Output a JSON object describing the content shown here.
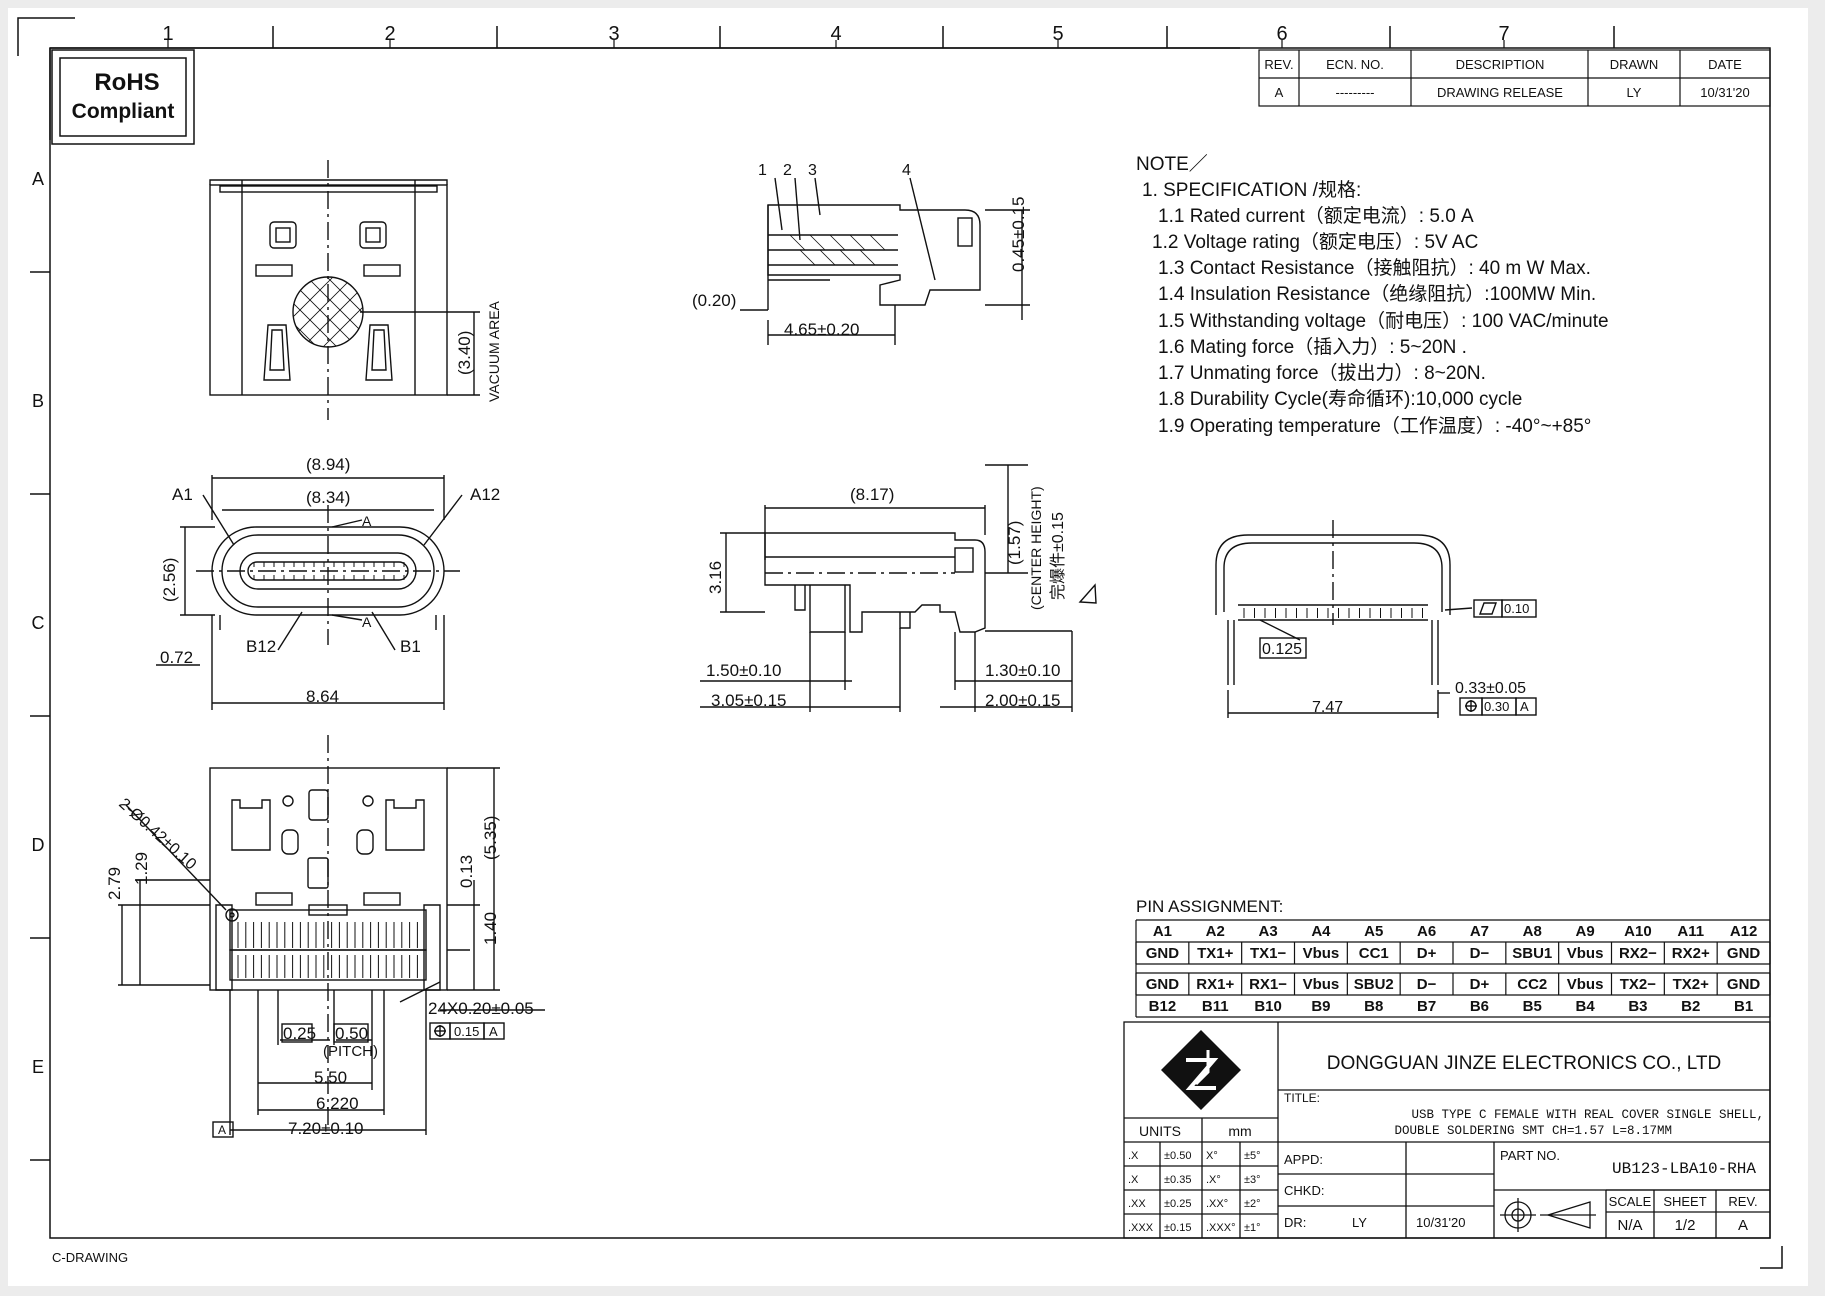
{
  "border": {
    "col_numbers": [
      "1",
      "2",
      "3",
      "4",
      "5",
      "6",
      "7"
    ],
    "row_letters": [
      "A",
      "B",
      "C",
      "D",
      "E"
    ],
    "corner_label": "C-DRAWING"
  },
  "rohs": {
    "line1": "RoHS",
    "line2": "Compliant"
  },
  "revision": {
    "headers": [
      "REV.",
      "ECN. NO.",
      "DESCRIPTION",
      "DRAWN",
      "DATE"
    ],
    "row": [
      "A",
      "---------",
      "DRAWING RELEASE",
      "LY",
      "10/31'20"
    ]
  },
  "top_view": {
    "dim_vertical": "(3.40)",
    "vacuum_label": "VACUUM AREA"
  },
  "side_section": {
    "callouts": [
      "1",
      "2",
      "3",
      "4"
    ],
    "dim_height": "0.45±0.15",
    "dim_left": "(0.20)",
    "dim_bottom": "4.65±0.20"
  },
  "front_view": {
    "dim_outer": "(8.94)",
    "dim_inner": "(8.34)",
    "label_a1": "A1",
    "label_a12": "A12",
    "label_a_top": "A",
    "label_a_bottom": "A",
    "label_b12": "B12",
    "label_b1": "B1",
    "dim_height": "(2.56)",
    "dim_foot": "0.72",
    "dim_width": "8.64"
  },
  "side_view": {
    "dim_length": "(8.17)",
    "dim_center_height": "(1.57)",
    "center_height_label": "(CENTER HEIGHT)",
    "dim_height_total": "3.16",
    "dim_side": "完爆件±0.15",
    "dim_a": "1.50±0.10",
    "dim_b": "3.05±0.15",
    "dim_c": "1.30±0.10",
    "dim_d": "2.00±0.15"
  },
  "rear_view": {
    "flatness": "0.10",
    "dim_pin": "0.125",
    "dim_width": "7.47",
    "dim_pin_dia": "0.33±0.05",
    "position_tol": "0.30",
    "position_datum": "A"
  },
  "footprint": {
    "hole_callout": "2-Ø0.42±0.10",
    "dim_279": "2.79",
    "dim_129": "1.29",
    "dim_535": "(5.35)",
    "dim_013": "0.13",
    "dim_140": "1.40",
    "pad_callout": "24X0.20±0.05",
    "pad_tol": "0.15",
    "pad_datum": "A",
    "dim_025": "0.25",
    "dim_050": "0.50",
    "pitch": "(PITCH)",
    "dim_550": "5.50",
    "dim_6220": "6.220",
    "datum_a": "A",
    "dim_720": "7.20±0.10"
  },
  "notes": {
    "title": "NOTE／",
    "items": [
      "1. SPECIFICATION /规格:",
      "1.1  Rated current（额定电流）: 5.0 A",
      "1.2 Voltage rating（额定电压）: 5V AC",
      "1.3  Contact Resistance（接触阻抗）: 40 m W Max.",
      "1.4  Insulation Resistance（绝缘阻抗）:100MW Min.",
      "1.5  Withstanding voltage（耐电压）: 100 VAC/minute",
      "1.6  Mating force（插入力）: 5~20N .",
      "1.7  Unmating force（拔出力）: 8~20N.",
      "1.8  Durability Cycle(寿命循环):10,000  cycle",
      "1.9 Operating temperature（工作温度）: -40°~+85°"
    ]
  },
  "pins": {
    "title": "PIN ASSIGNMENT:",
    "a_labels": [
      "A1",
      "A2",
      "A3",
      "A4",
      "A5",
      "A6",
      "A7",
      "A8",
      "A9",
      "A10",
      "A11",
      "A12"
    ],
    "a_signals": [
      "GND",
      "TX1+",
      "TX1−",
      "Vbus",
      "CC1",
      "D+",
      "D−",
      "SBU1",
      "Vbus",
      "RX2−",
      "RX2+",
      "GND"
    ],
    "b_signals": [
      "GND",
      "RX1+",
      "RX1−",
      "Vbus",
      "SBU2",
      "D−",
      "D+",
      "CC2",
      "Vbus",
      "TX2−",
      "TX2+",
      "GND"
    ],
    "b_labels": [
      "B12",
      "B11",
      "B10",
      "B9",
      "B8",
      "B7",
      "B6",
      "B5",
      "B4",
      "B3",
      "B2",
      "B1"
    ]
  },
  "title_block": {
    "company": "DONGGUAN  JINZE  ELECTRONICS  CO.,  LTD",
    "title_label": "TITLE:",
    "title_line1": "USB  TYPE  C  FEMALE  WITH  REAL  COVER  SINGLE  SHELL,",
    "title_line2": "DOUBLE  SOLDERING  SMT  CH=1.57  L=8.17MM",
    "units_label": "UNITS",
    "units_value": "mm",
    "tolerances": [
      [
        ".X",
        "±0.50",
        "X°",
        "±5°"
      ],
      [
        ".X",
        "±0.35",
        ".X°",
        "±3°"
      ],
      [
        ".XX",
        "±0.25",
        ".XX°",
        "±2°"
      ],
      [
        ".XXX",
        "±0.15",
        ".XXX°",
        "±1°"
      ]
    ],
    "appd_label": "APPD:",
    "chkd_label": "CHKD:",
    "dr_label": "DR:",
    "dr_value": "LY",
    "dr_date": "10/31'20",
    "part_label": "PART NO.",
    "part_no": "UB123-LBA10-RHA",
    "scale_label": "SCALE",
    "sheet_label": "SHEET",
    "rev_label": "REV.",
    "scale_value": "N/A",
    "sheet_value": "1/2",
    "rev_value": "A"
  }
}
